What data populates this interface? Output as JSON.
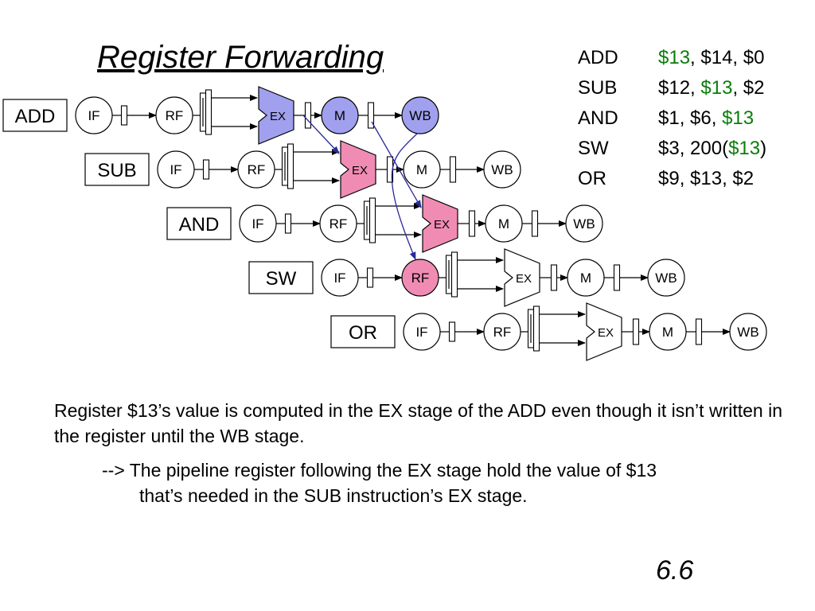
{
  "slide": {
    "title": "Register Forwarding",
    "page_number": "6.6"
  },
  "code": [
    {
      "op": "ADD",
      "parts": [
        {
          "t": "$13",
          "hl": true
        },
        {
          "t": ", $14, $0",
          "hl": false
        }
      ]
    },
    {
      "op": "SUB",
      "parts": [
        {
          "t": "$12, ",
          "hl": false
        },
        {
          "t": "$13",
          "hl": true
        },
        {
          "t": ", $2",
          "hl": false
        }
      ]
    },
    {
      "op": "AND",
      "parts": [
        {
          "t": "$1, $6, ",
          "hl": false
        },
        {
          "t": "$13",
          "hl": true
        }
      ]
    },
    {
      "op": "SW",
      "parts": [
        {
          "t": "$3, 200(",
          "hl": false
        },
        {
          "t": "$13",
          "hl": true
        },
        {
          "t": ")",
          "hl": false
        }
      ]
    },
    {
      "op": "OR",
      "parts": [
        {
          "t": "$9, $13, $2",
          "hl": false
        }
      ]
    }
  ],
  "colors": {
    "highlight_text": "#0a7d0a",
    "blue_stage": "#a0a0ee",
    "pink_stage": "#f08cb4",
    "forward_arrow": "#2a2a9a"
  },
  "pipeline": {
    "stages": [
      "IF",
      "RF",
      "EX",
      "M",
      "WB"
    ],
    "instructions": [
      {
        "label": "ADD",
        "highlight": {
          "EX": "blue",
          "M": "blue",
          "WB": "blue"
        }
      },
      {
        "label": "SUB",
        "highlight": {
          "EX": "pink"
        }
      },
      {
        "label": "AND",
        "highlight": {
          "EX": "pink"
        }
      },
      {
        "label": "SW",
        "highlight": {
          "RF": "pink"
        }
      },
      {
        "label": "OR",
        "highlight": {}
      }
    ],
    "forwarding": [
      {
        "from": {
          "instr": 0,
          "stage": "EX"
        },
        "to": {
          "instr": 1,
          "stage": "EX"
        }
      },
      {
        "from": {
          "instr": 0,
          "stage": "M"
        },
        "to": {
          "instr": 2,
          "stage": "EX"
        }
      },
      {
        "from": {
          "instr": 0,
          "stage": "WB"
        },
        "to": {
          "instr": 3,
          "stage": "RF"
        }
      }
    ]
  },
  "text": {
    "p1": "Register $13’s value is computed in the EX stage of the ADD even though it isn’t written in the register until the WB stage.",
    "p2_line1": "--> The pipeline register following the EX stage hold the value of $13",
    "p2_line2": "that’s needed in the SUB instruction’s EX stage."
  }
}
